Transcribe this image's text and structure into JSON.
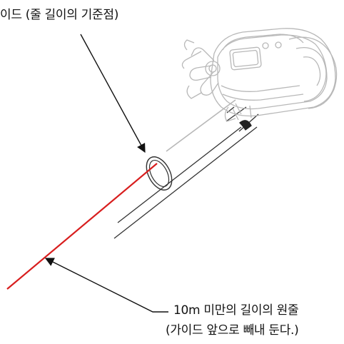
{
  "labels": {
    "guide": "이드 (줄 길이의 기준점)",
    "line_line1": "10m 미만의 길이의 원줄",
    "line_line2": "(가이드 앞으로 빼내 둔다.)"
  },
  "colors": {
    "line_red": "#d81e1e",
    "outline_gray": "#b8b8b8",
    "rod_dark": "#333333",
    "arrow": "#111111"
  },
  "icons": {
    "reel": "baitcasting-reel",
    "guide_ring": "line-guide-ring"
  }
}
